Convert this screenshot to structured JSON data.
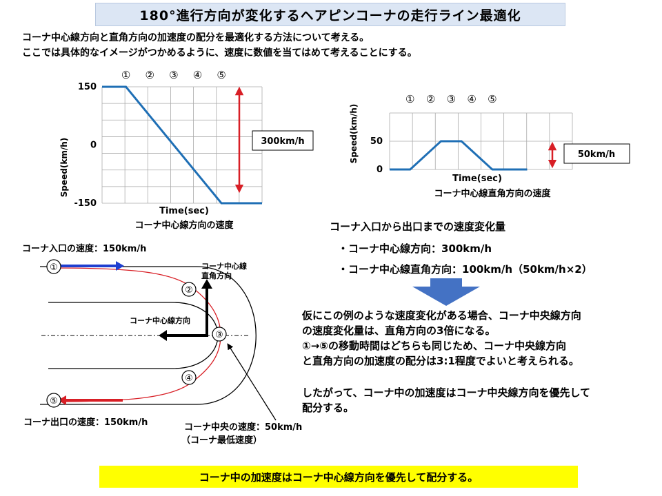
{
  "header": {
    "title": "180°進行方向が変化するヘアピンコーナの走行ライン最適化"
  },
  "intro": {
    "line1": "コーナ中心線方向と直角方向の加速度の配分を最適化する方法について考える。",
    "line2": "ここでは具体的なイメージがつかめるように、速度に数値を当てはめて考えることにする。"
  },
  "points": [
    "①",
    "②",
    "③",
    "④",
    "⑤"
  ],
  "colors": {
    "speed_line": "#1f6fb5",
    "arrow_red": "#d81f26",
    "arrow_blue": "#1f3fd0",
    "highlight": "#ffff00",
    "title_bg": "#dce6f4",
    "down_arrow": "#4472c4"
  },
  "chart_data": [
    {
      "type": "line",
      "title": "コーナ中心線方向の速度",
      "xlabel": "Time(sec)",
      "ylabel": "Speed(km/h)",
      "ytick_labels": [
        "150",
        "0",
        "-150"
      ],
      "ylim": [
        -150,
        150
      ],
      "x_markers": [
        "①",
        "②",
        "③",
        "④",
        "⑤"
      ],
      "grid": true,
      "series": [
        {
          "x": [
            0,
            1,
            5,
            6.7
          ],
          "values": [
            150,
            150,
            -150,
            -150
          ]
        }
      ],
      "annotation": "300km/h"
    },
    {
      "type": "line",
      "title": "コーナ中心線直角方向の速度",
      "xlabel": "Time(sec)",
      "ylabel": "Speed(km/h)",
      "ytick_labels": [
        "50",
        "0"
      ],
      "ylim": [
        0,
        100
      ],
      "x_markers": [
        "①",
        "②",
        "③",
        "④",
        "⑤"
      ],
      "grid": true,
      "series": [
        {
          "x": [
            0,
            1,
            2.5,
            3.5,
            5,
            6.7
          ],
          "values": [
            0,
            0,
            50,
            50,
            0,
            0
          ]
        }
      ],
      "annotation": "50km/h"
    }
  ],
  "diagram": {
    "entry_speed": "コーナ入口の速度：150km/h",
    "exit_speed": "コーナ出口の速度：150km/h",
    "perp_dir_line1": "コーナ中心線",
    "perp_dir_line2": "直角方向",
    "center_dir": "コーナ中心線方向",
    "center_speed": "コーナ中央の速度：50km/h",
    "min_speed": "（コーナ最低速度）"
  },
  "summary": {
    "heading": "コーナ入口から出口までの速度変化量",
    "item1": "・コーナ中心線方向：300km/h",
    "item2": "・コーナ中心線直角方向：100km/h（50km/h×2）"
  },
  "body": {
    "line1": "仮にこの例のような速度変化がある場合、コーナ中央線方向",
    "line2": "の速度変化量は、直角方向の3倍になる。",
    "line3": "①→⑤の移動時間はどちらも同じため、コーナ中央線方向",
    "line4": "と直角方向の加速度の配分は3:1程度でよいと考えられる。",
    "line5": "したがって、コーナ中の加速度はコーナ中央線方向を優先して",
    "line6": "配分する。"
  },
  "conclusion": "コーナ中の加速度はコーナ中心線方向を優先して配分する。"
}
